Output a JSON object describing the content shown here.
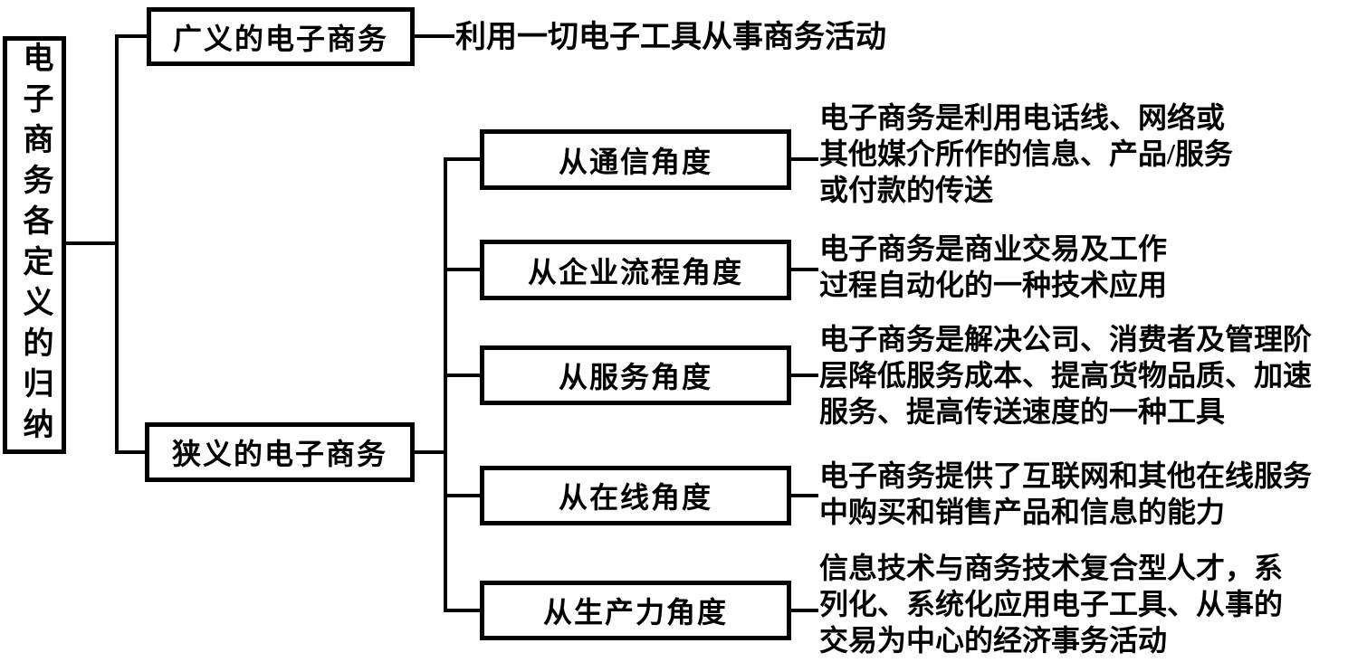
{
  "diagram": {
    "title": "电子商务各定义的归纳",
    "colors": {
      "line": "#000000",
      "background": "#ffffff",
      "text": "#000000"
    },
    "root": {
      "label": "电子商务各定义的归纳"
    },
    "broad": {
      "label": "广义的电子商务",
      "desc": "利用一切电子工具从事商务活动"
    },
    "narrow": {
      "label": "狭义的电子商务",
      "branches": [
        {
          "label": "从通信角度",
          "desc_lines": [
            "电子商务是利用电话线、网络或",
            "其他媒介所作的信息、产品/服务",
            "或付款的传送"
          ]
        },
        {
          "label": "从企业流程角度",
          "desc_lines": [
            "电子商务是商业交易及工作",
            "过程自动化的一种技术应用"
          ]
        },
        {
          "label": "从服务角度",
          "desc_lines": [
            "电子商务是解决公司、消费者及管理阶",
            "层降低服务成本、提高货物品质、加速",
            "服务、提高传送速度的一种工具"
          ]
        },
        {
          "label": "从在线角度",
          "desc_lines": [
            "电子商务提供了互联网和其他在线服务",
            "中购买和销售产品和信息的能力"
          ]
        },
        {
          "label": "从生产力角度",
          "desc_lines": [
            "信息技术与商务技术复合型人才，系",
            "列化、系统化应用电子工具、从事的",
            "交易为中心的经济事务活动"
          ]
        }
      ]
    }
  }
}
